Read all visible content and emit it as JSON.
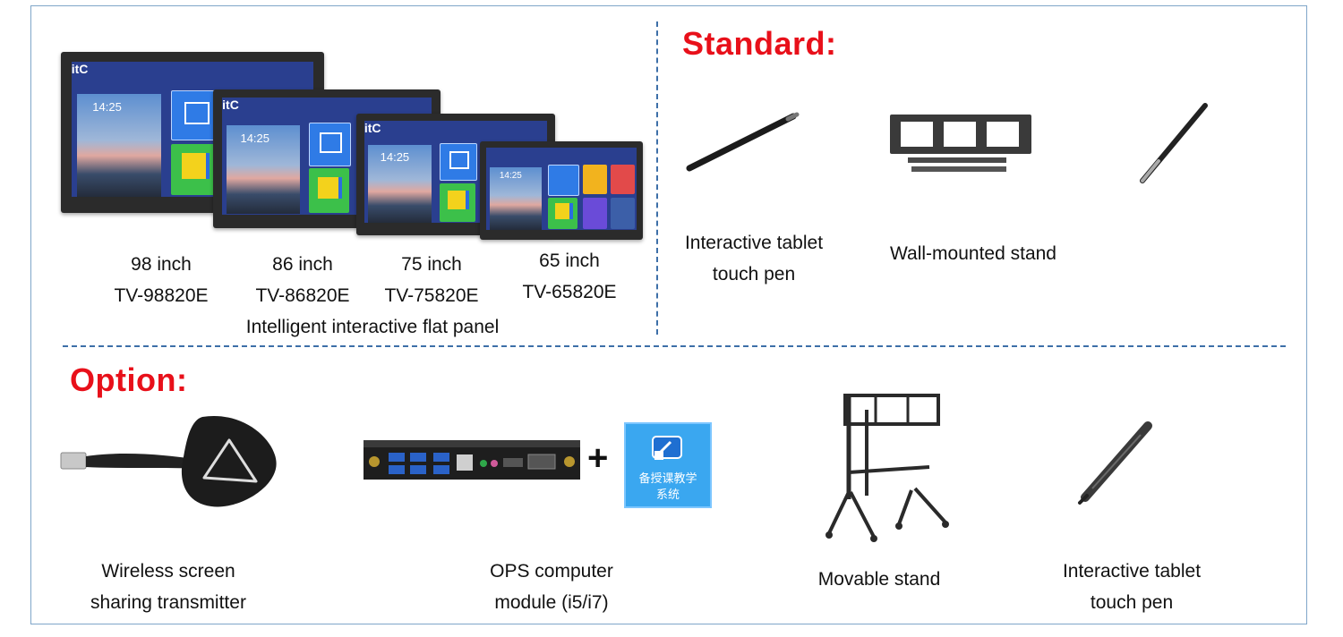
{
  "standard": {
    "title": "Standard:",
    "items": [
      {
        "line1": "Interactive tablet",
        "line2": "touch pen"
      },
      {
        "line1": "Wall-mounted stand"
      }
    ]
  },
  "panels": {
    "caption": "Intelligent interactive flat panel",
    "logo": "itC",
    "clock": "14:25",
    "models": [
      {
        "size": "98 inch",
        "model": "TV-98820E"
      },
      {
        "size": "86 inch",
        "model": "TV-86820E"
      },
      {
        "size": "75 inch",
        "model": "TV-75820E"
      },
      {
        "size": "65 inch",
        "model": "TV-65820E"
      }
    ]
  },
  "option": {
    "title": "Option:",
    "plus": "+",
    "app_icon_text_1": "备授课教学",
    "app_icon_text_2": "系统",
    "items": [
      {
        "line1": "Wireless screen",
        "line2": "sharing transmitter"
      },
      {
        "line1": "OPS computer",
        "line2": "module (i5/i7)"
      },
      {
        "line1": "Movable stand"
      },
      {
        "line1": "Interactive tablet",
        "line2": "touch pen"
      }
    ]
  }
}
